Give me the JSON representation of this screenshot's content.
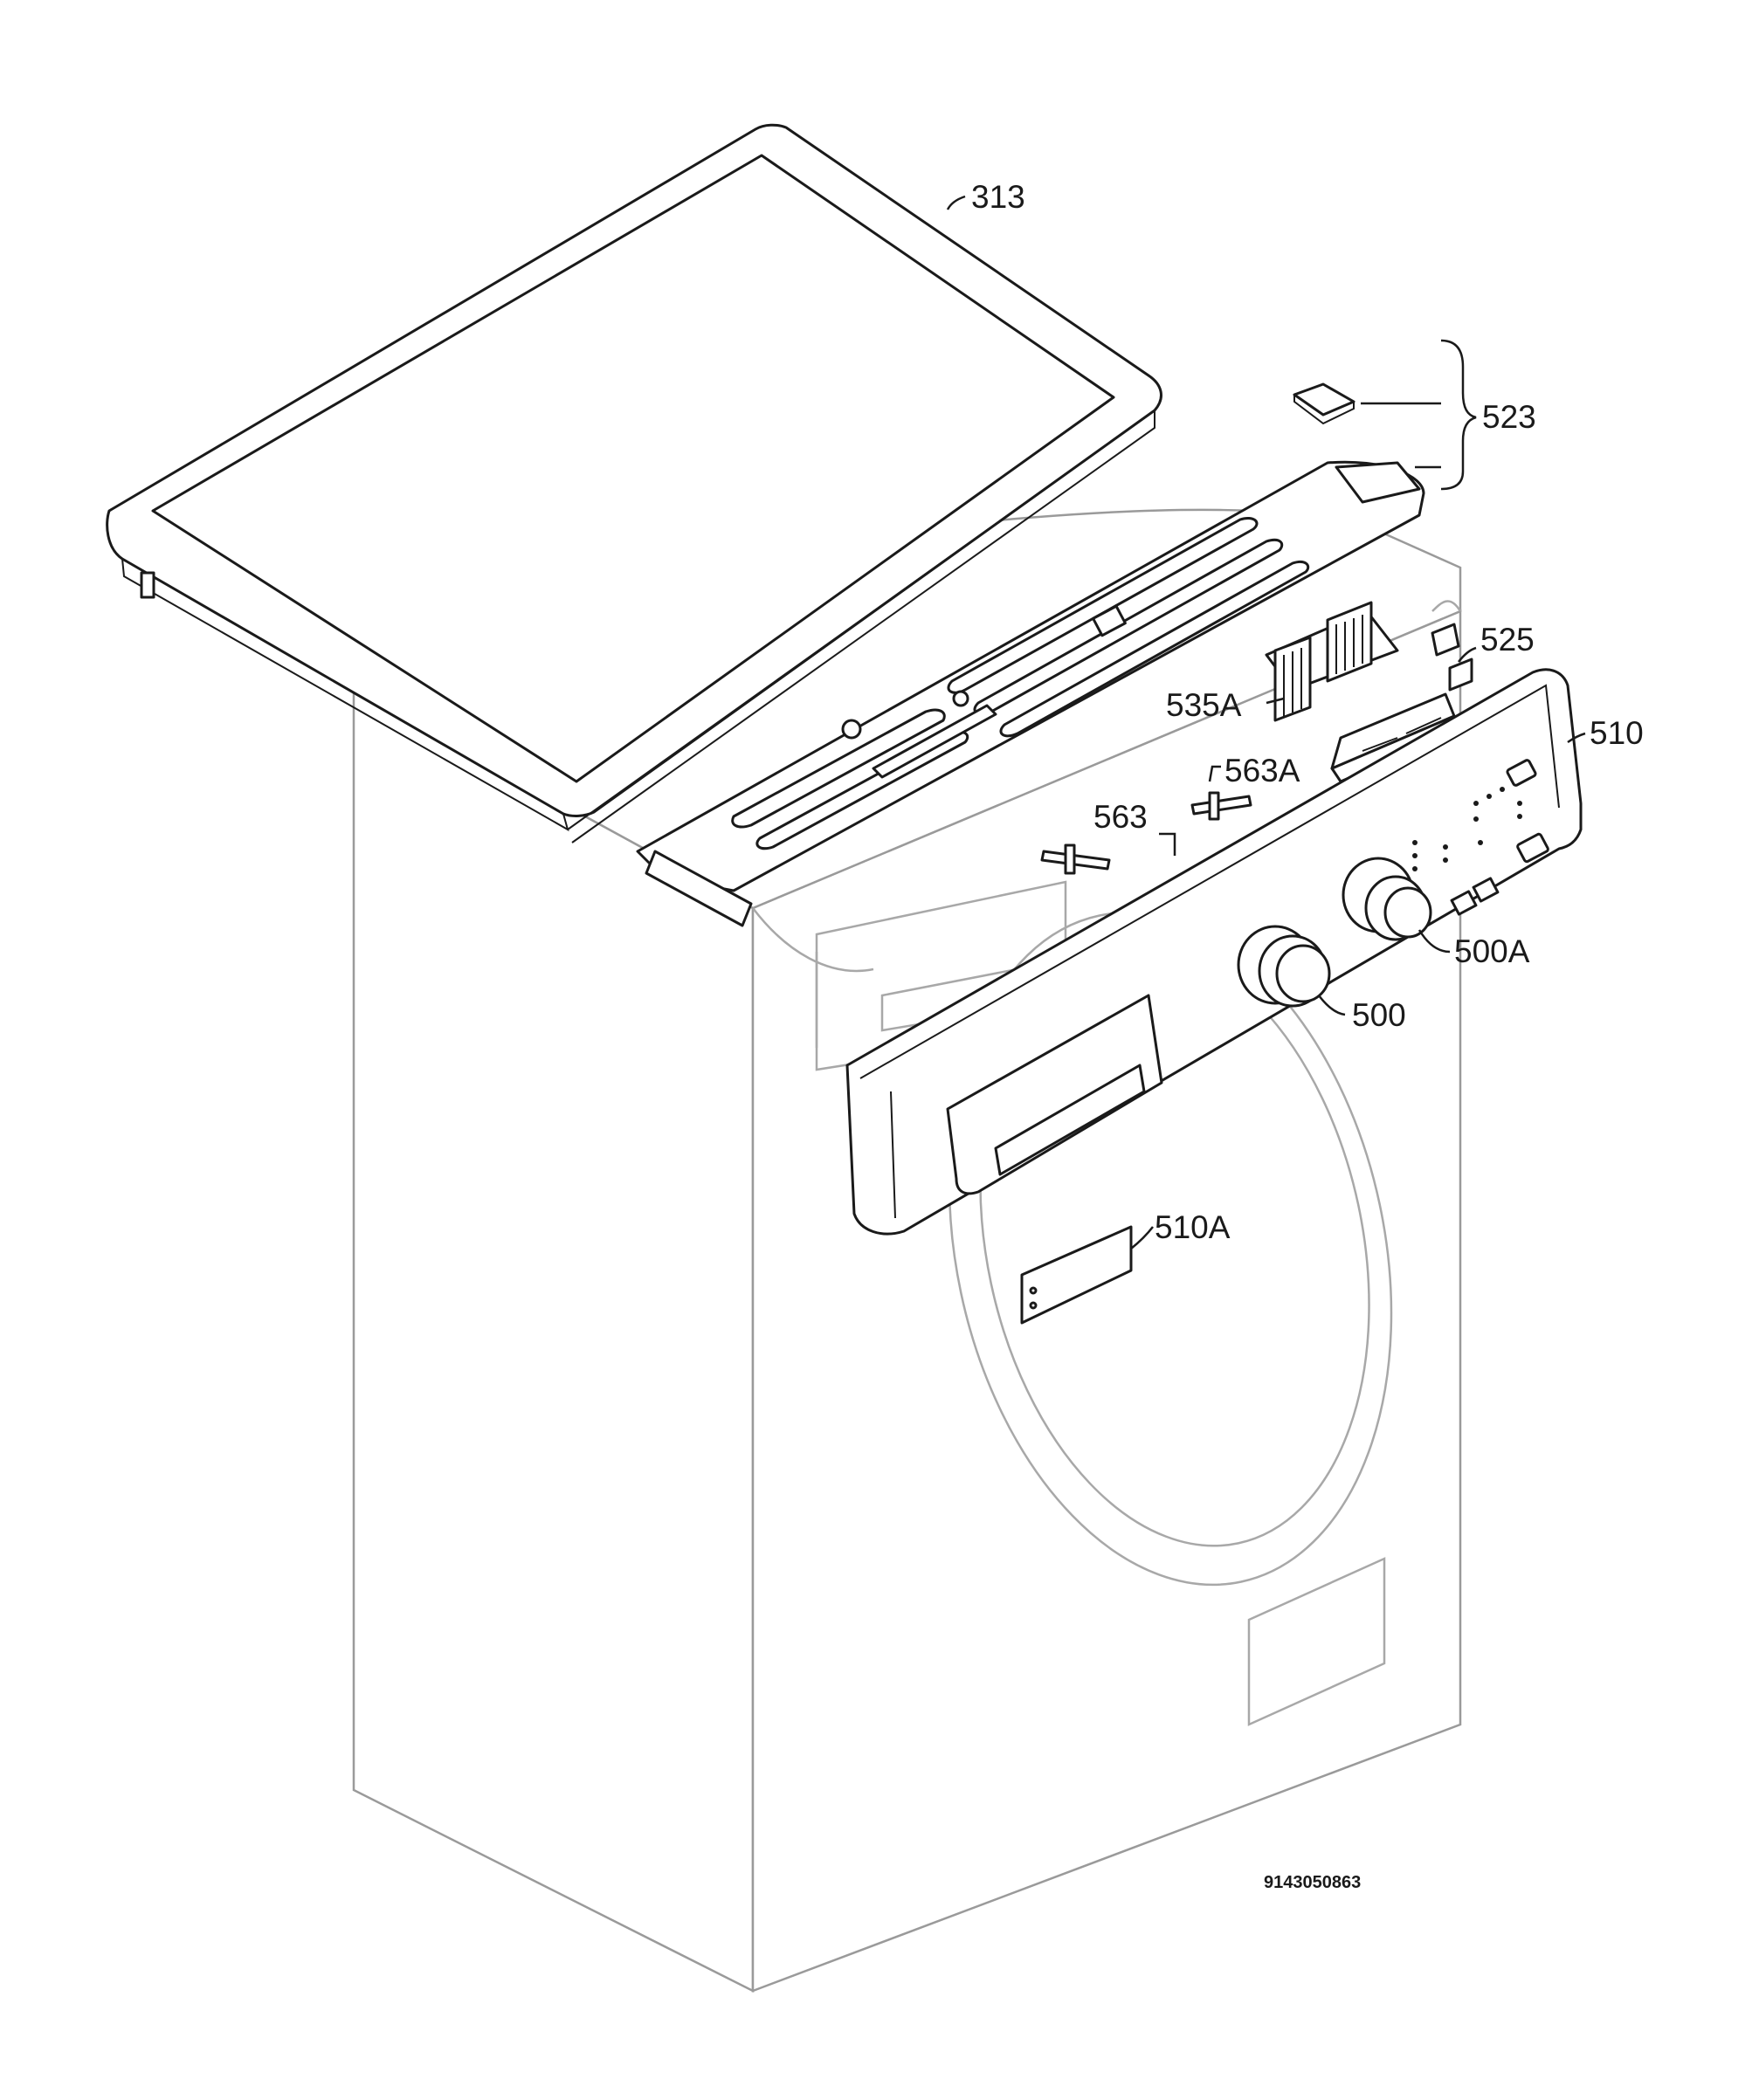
{
  "diagram": {
    "labels": {
      "p313": "313",
      "p523": "523",
      "p525": "525",
      "p535A": "535A",
      "p510": "510",
      "p563A": "563A",
      "p563": "563",
      "p500A": "500A",
      "p500": "500",
      "p510A": "510A"
    },
    "drawing_number": "9143050863"
  },
  "colors": {
    "line": "#1a1a1a",
    "machine_body": "#9a9a9a",
    "background": "#ffffff"
  }
}
